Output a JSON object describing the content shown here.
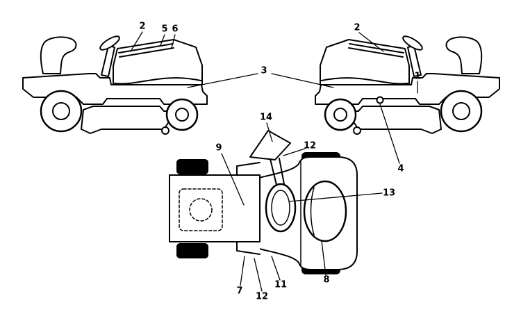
{
  "figure": {
    "background_color": "#ffffff",
    "line_color": "#000000",
    "callouts": [
      {
        "id": "hood-decal-left",
        "label": "2"
      },
      {
        "id": "hood-stripe-upper",
        "label": "5"
      },
      {
        "id": "hood-stripe-lower",
        "label": "6"
      },
      {
        "id": "side-swoosh-decal",
        "label": "3"
      },
      {
        "id": "hood-decal-right",
        "label": "2"
      },
      {
        "id": "fender-decal",
        "label": "1"
      },
      {
        "id": "deck-port-decal",
        "label": "4"
      },
      {
        "id": "console-decal",
        "label": "14"
      },
      {
        "id": "hood-top-decal",
        "label": "9"
      },
      {
        "id": "dash-decal-top",
        "label": "12"
      },
      {
        "id": "steering-wheel",
        "label": "13"
      },
      {
        "id": "footboard-decal-a",
        "label": "7"
      },
      {
        "id": "dash-decal-bottom",
        "label": "12"
      },
      {
        "id": "footboard-decal-b",
        "label": "11"
      },
      {
        "id": "seat-decal",
        "label": "8"
      }
    ]
  }
}
